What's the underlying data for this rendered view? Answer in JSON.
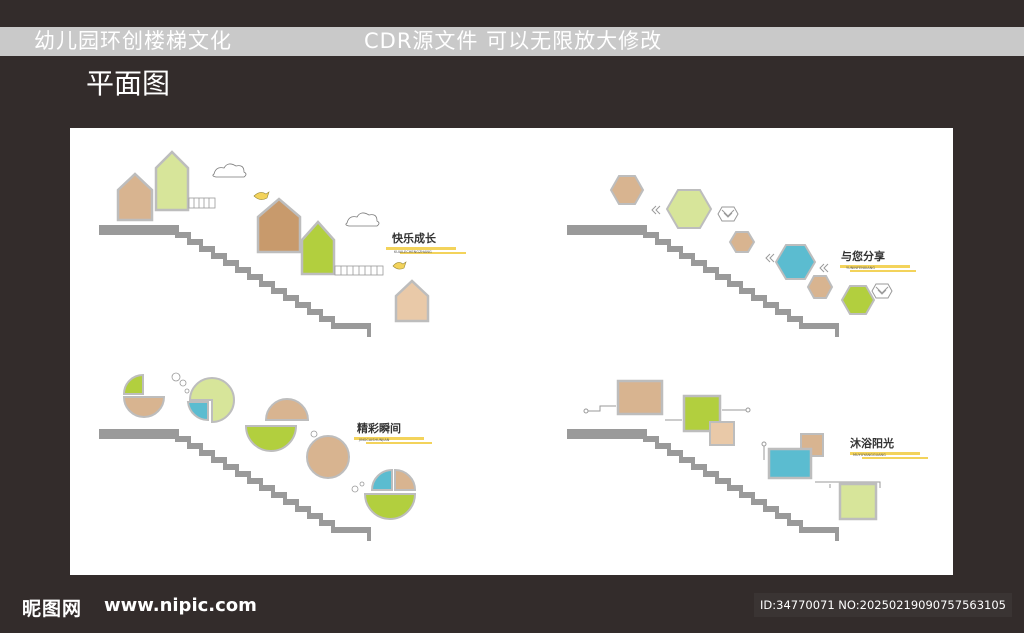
{
  "header": {
    "title": "幼儿园环创楼梯文化",
    "subtitle": "CDR源文件 可以无限放大修改"
  },
  "page_heading": "平面图",
  "panels": [
    {
      "title": "快乐成长",
      "subtitle": "KUAILECHENGZHANG"
    },
    {
      "title": "与您分享",
      "subtitle": "YUNINFENXIANG"
    },
    {
      "title": "精彩瞬间",
      "subtitle": "JINGCAISHUNJIAN"
    },
    {
      "title": "沐浴阳光",
      "subtitle": "MUYUYANGGUANG"
    }
  ],
  "footer": {
    "logo": "昵图网",
    "url": "www.nipic.com",
    "id_text": "ID:34770071 NO:20250219090757563105"
  },
  "colors": {
    "background": "#332c2b",
    "tan": "#d8b490",
    "lime": "#b2cf3e",
    "light_lime": "#d7e59a",
    "teal": "#5bbcd0",
    "yellow": "#f3d35b",
    "stair_gray": "#9a9a9a"
  }
}
